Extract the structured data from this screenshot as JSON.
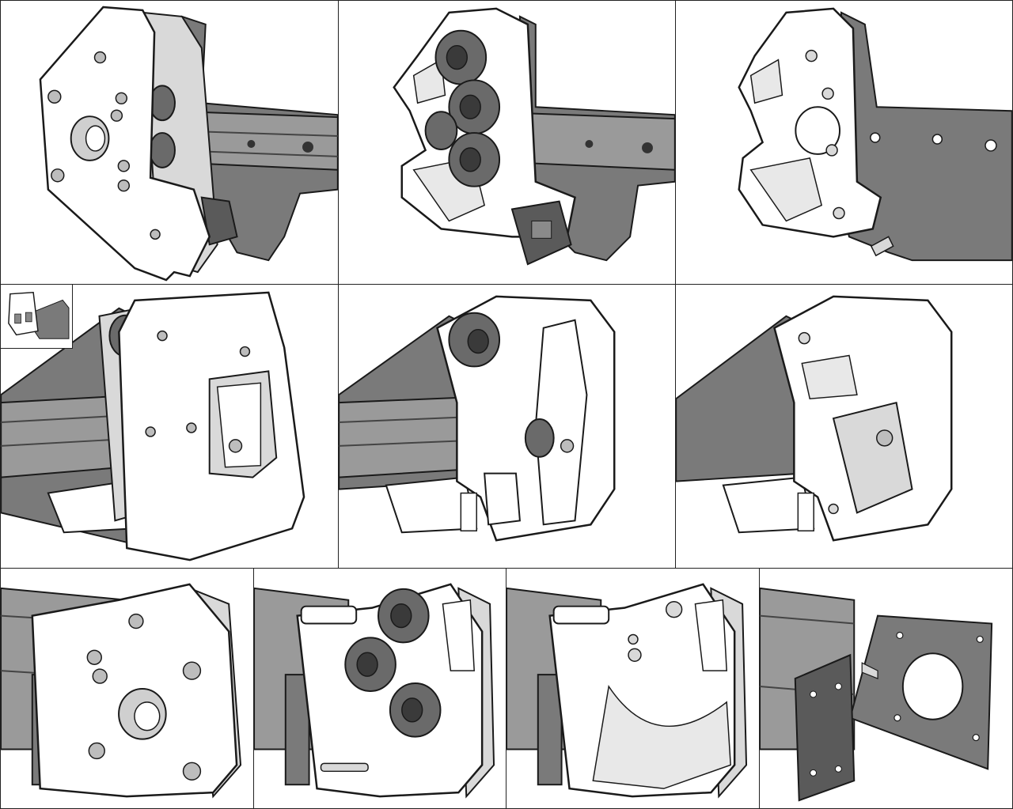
{
  "figure": {
    "colors": {
      "background": "#ffffff",
      "part_fill": "#ffffff",
      "part_edge": "#1a1a1a",
      "part_side": "#d9d9d9",
      "metal_plate": "#7a7a7a",
      "metal_plate_dark": "#5a5a5a",
      "rail": "#9a9a9a",
      "rail_dark": "#6c6c6c",
      "bearing": "#6a6a6a",
      "bearing_dark": "#3a3a3a",
      "grid_line": "#222222"
    },
    "icons": [
      "idler-plate-icon",
      "pulley-stack-icon",
      "motor-mount-icon"
    ],
    "panels": [
      {
        "name": "view-top-left",
        "content": "front-cover-plate"
      },
      {
        "name": "view-top-middle",
        "content": "pulley-assembly"
      },
      {
        "name": "view-top-right",
        "content": "bare-bracket"
      },
      {
        "name": "view-mid-left",
        "content": "rear-cover-plate"
      },
      {
        "name": "view-mid-middle",
        "content": "rear-pulleys"
      },
      {
        "name": "view-mid-right",
        "content": "rear-bracket"
      },
      {
        "name": "view-bottom-1",
        "content": "motor-side-cover"
      },
      {
        "name": "view-bottom-2",
        "content": "motor-side-pulleys"
      },
      {
        "name": "view-bottom-3",
        "content": "motor-side-bracket"
      },
      {
        "name": "view-bottom-4",
        "content": "motor-plate-only"
      }
    ]
  }
}
